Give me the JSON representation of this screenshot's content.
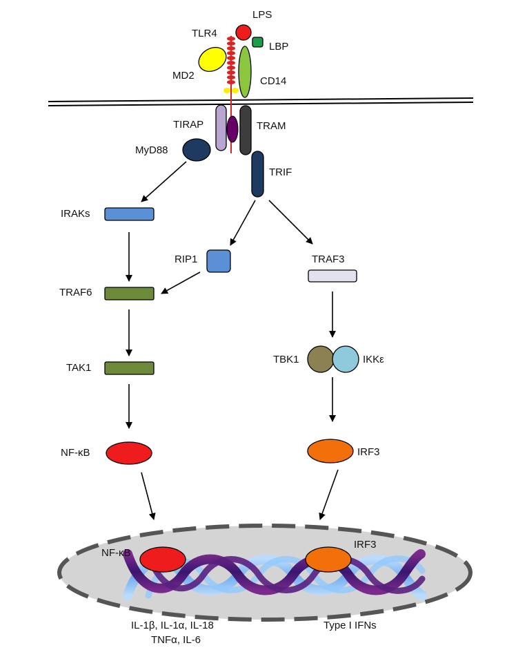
{
  "labels": {
    "lps": "LPS",
    "tlr4": "TLR4",
    "lbp": "LBP",
    "md2": "MD2",
    "cd14": "CD14",
    "tirap": "TIRAP",
    "tram": "TRAM",
    "myd88": "MyD88",
    "trif": "TRIF",
    "iraks": "IRAKs",
    "rip1": "RIP1",
    "traf3": "TRAF3",
    "traf6": "TRAF6",
    "tak1": "TAK1",
    "tbk1": "TBK1",
    "ikke": "IKKε",
    "nfkb": "NF-κB",
    "irf3": "IRF3",
    "nucleus_nfkb": "NF-κB",
    "nucleus_irf3": "IRF3",
    "out_nfkb_1": "IL-1β, IL-1α, IL-18",
    "out_nfkb_2": "TNFα, IL-6",
    "out_irf3": "Type I IFNs"
  },
  "colors": {
    "lps": "#ee1c1c",
    "lbp": "#1a9e4a",
    "md2": "#ffff00",
    "cd14": "#8cc63f",
    "tlr4": "#dd2222",
    "tirap": "#b7a6cf",
    "tlr4_tir": "#660066",
    "tram": "#3d3d3d",
    "myd88": "#1f3a60",
    "trif": "#1f3a60",
    "iraks": "#5b8fd6",
    "rip1": "#5b8fd6",
    "traf3": "#e4e0ee",
    "traf6": "#6d8a3a",
    "tak1": "#6d8a3a",
    "tbk1": "#8c8152",
    "ikke": "#8fc9dc",
    "nfkb": "#ee1c1c",
    "irf3": "#f36f0a",
    "nucleus": "#d4d4d4",
    "dna_front": "#5a2080",
    "dna_back": "#8ec8ff"
  }
}
